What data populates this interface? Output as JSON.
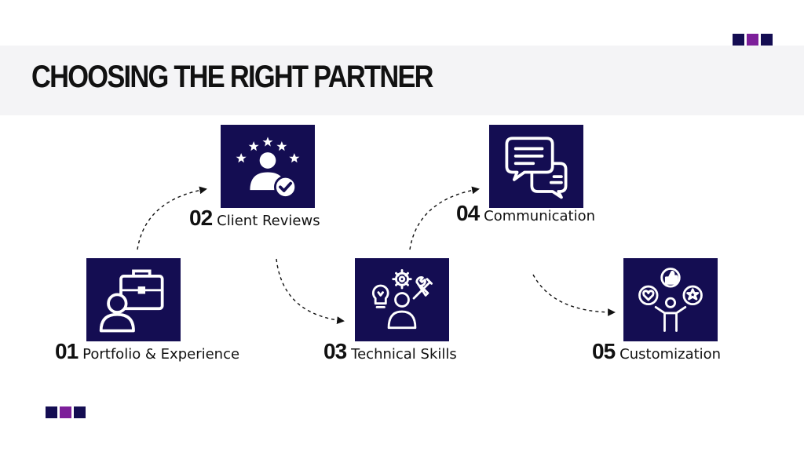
{
  "title": "CHOOSING THE RIGHT PARTNER",
  "colors": {
    "navy": "#140d52",
    "purple": "#7d1f9a",
    "band": "#f4f4f6",
    "text": "#111111"
  },
  "decor": {
    "squares": [
      "navy",
      "purple",
      "navy"
    ]
  },
  "steps": [
    {
      "number": "01",
      "label": "Portfolio & Experience",
      "icon": "briefcase-person-icon"
    },
    {
      "number": "02",
      "label": "Client Reviews",
      "icon": "rated-client-icon"
    },
    {
      "number": "03",
      "label": "Technical Skills",
      "icon": "technical-skills-icon"
    },
    {
      "number": "04",
      "label": "Communication",
      "icon": "chat-bubbles-icon"
    },
    {
      "number": "05",
      "label": "Customization",
      "icon": "customization-icon"
    }
  ]
}
